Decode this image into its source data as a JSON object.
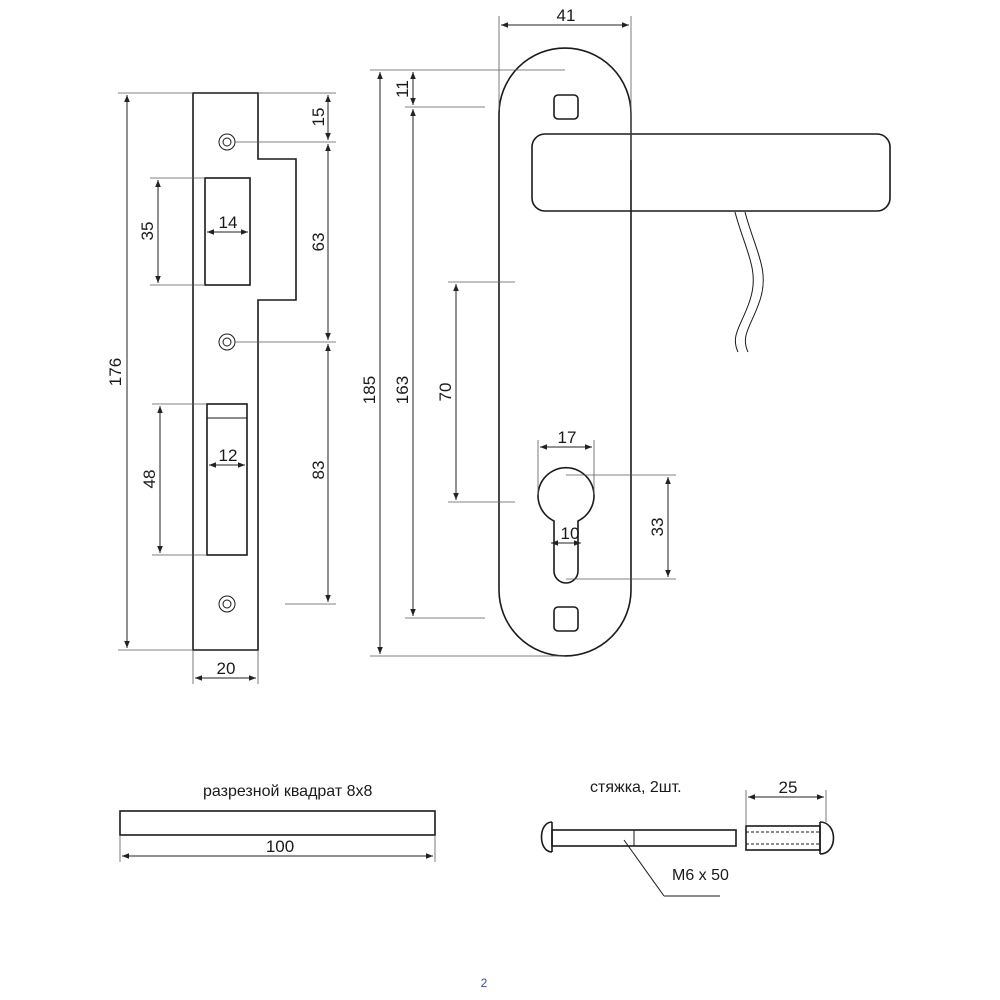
{
  "dimensions": {
    "strike_height": "176",
    "strike_width": "20",
    "top_offset": "15",
    "hole_spacing_upper": "63",
    "hole_spacing_lower": "83",
    "latch_slot_height": "35",
    "latch_slot_width": "14",
    "bolt_slot_height": "48",
    "bolt_slot_width": "12",
    "plate_height": "185",
    "plate_inner_height": "163",
    "plate_top_offset": "11",
    "handle_to_cylinder": "70",
    "plate_width": "41",
    "cylinder_width": "17",
    "cylinder_neck": "10",
    "cylinder_height": "33",
    "screw_length": "25",
    "spindle_length": "100"
  },
  "labels": {
    "spindle": "разрезной квадрат 8х8",
    "tie_bolts": "стяжка, 2шт.",
    "bolt_spec": "М6 х 50"
  },
  "page_number": "2"
}
